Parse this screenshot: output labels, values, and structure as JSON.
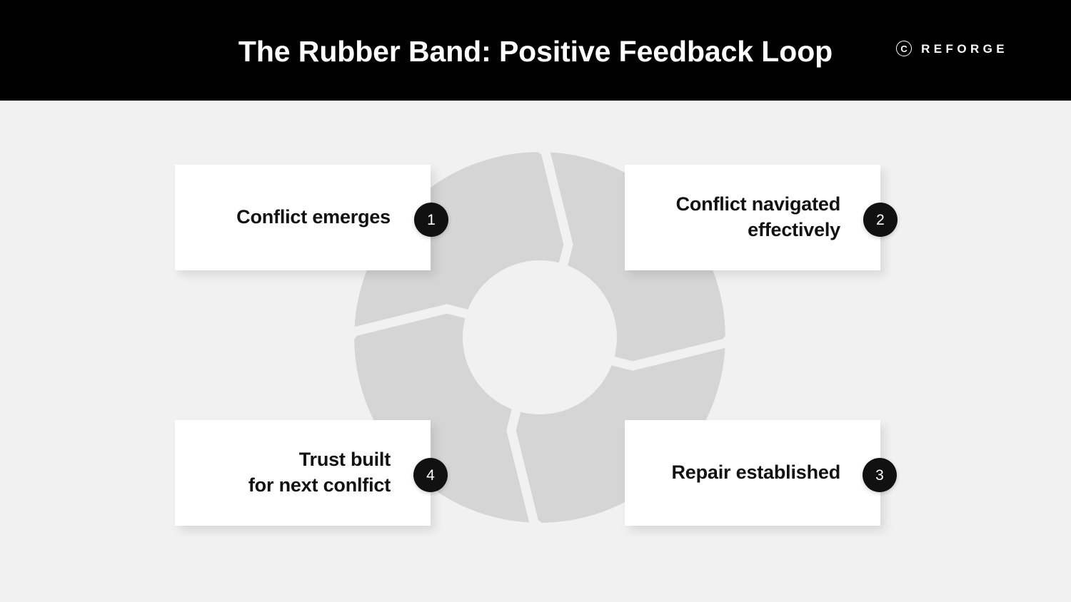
{
  "header": {
    "title": "The Rubber Band: Positive Feedback Loop",
    "brand_mark": "C",
    "brand_name": "REFORGE",
    "background_color": "#000000",
    "text_color": "#ffffff"
  },
  "theme": {
    "page_background": "#f1f1f1",
    "card_background": "#ffffff",
    "ring_color": "#d5d5d5",
    "ring_gap_color": "#f1f1f1",
    "badge_background": "#111111",
    "badge_text_color": "#ffffff",
    "card_text_color": "#111111"
  },
  "diagram": {
    "type": "cycle-donut",
    "name": "positive-feedback-loop",
    "segment_count": 4,
    "direction": "clockwise",
    "steps": [
      {
        "number": "1",
        "label": "Conflict emerges",
        "position": "top-left"
      },
      {
        "number": "2",
        "label": "Conflict navigated\neffectively",
        "position": "top-right"
      },
      {
        "number": "3",
        "label": "Repair established",
        "position": "bottom-right"
      },
      {
        "number": "4",
        "label": "Trust built\nfor next conlfict",
        "position": "bottom-left"
      }
    ]
  }
}
